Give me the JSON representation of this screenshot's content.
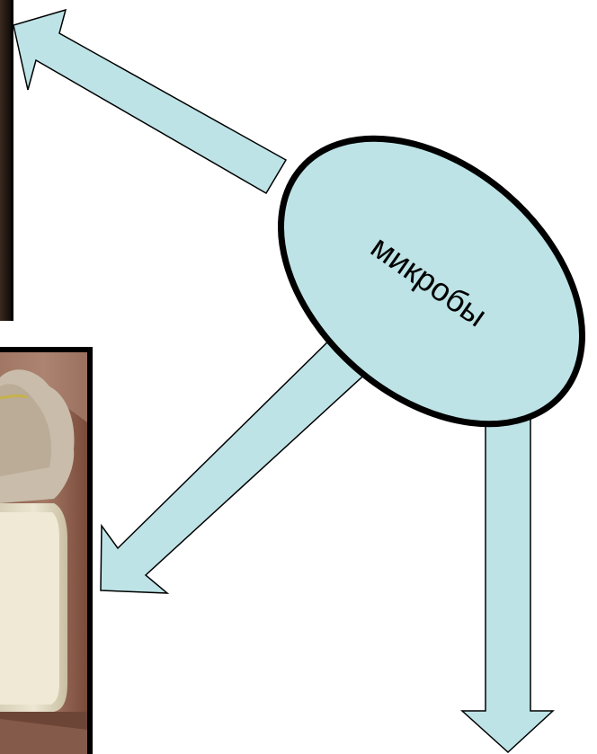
{
  "diagram": {
    "center_label": "микробы",
    "colors": {
      "arrow_fill": "#bde3e6",
      "ellipse_fill": "#bde3e6",
      "outline": "#000000"
    },
    "photos": [
      {
        "name": "top-left-photo",
        "description_visible": false
      },
      {
        "name": "milk-jar-photo",
        "description_visible": false
      }
    ]
  }
}
